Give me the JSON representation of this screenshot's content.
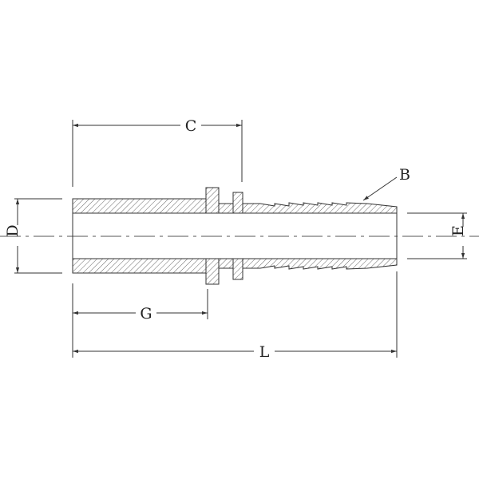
{
  "diagram": {
    "type": "hose barb fitting cross-section",
    "labels": {
      "C": "C",
      "B": "B",
      "D": "D",
      "E": "E",
      "G": "G",
      "L": "L"
    },
    "colors": {
      "line": "#333333",
      "background": "#ffffff"
    }
  }
}
